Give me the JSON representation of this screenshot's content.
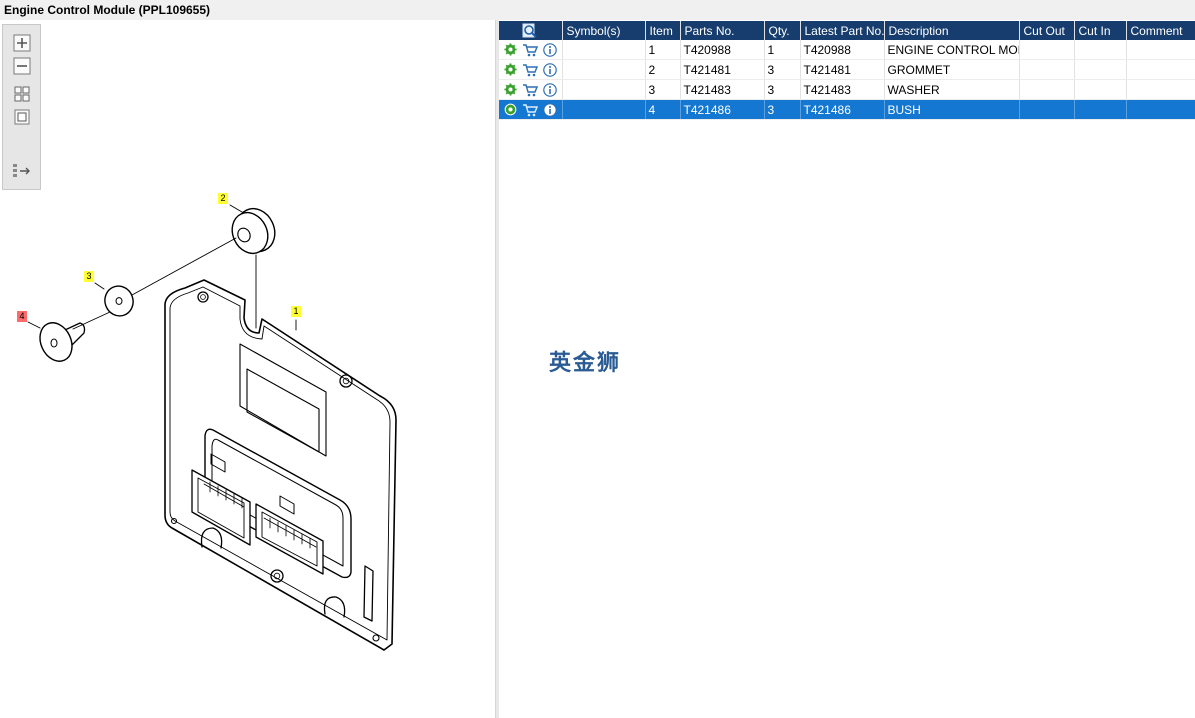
{
  "window": {
    "title": "Engine Control Module (PPL109655)"
  },
  "toolbar": {
    "buttons": [
      "zoom-in-icon",
      "zoom-out-icon",
      "fit-page-icon",
      "actual-size-icon",
      "export-icon"
    ]
  },
  "callouts": [
    {
      "label": "2",
      "color": "#ffff33"
    },
    {
      "label": "3",
      "color": "#ffff33"
    },
    {
      "label": "4",
      "color": "#ff6b6b"
    },
    {
      "label": "1",
      "color": "#ffff33"
    }
  ],
  "table": {
    "columns": [
      "",
      "Symbol(s)",
      "Item",
      "Parts No.",
      "Qty.",
      "Latest Part No.",
      "Description",
      "Cut Out",
      "Cut In",
      "Comment"
    ],
    "rows": [
      {
        "symbol": "",
        "item": "1",
        "part_no": "T420988",
        "qty": "1",
        "latest_part_no": "T420988",
        "description": "ENGINE CONTROL MODU",
        "cut_out": "",
        "cut_in": "",
        "comment": "",
        "selected": false
      },
      {
        "symbol": "",
        "item": "2",
        "part_no": "T421481",
        "qty": "3",
        "latest_part_no": "T421481",
        "description": "GROMMET",
        "cut_out": "",
        "cut_in": "",
        "comment": "",
        "selected": false
      },
      {
        "symbol": "",
        "item": "3",
        "part_no": "T421483",
        "qty": "3",
        "latest_part_no": "T421483",
        "description": "WASHER",
        "cut_out": "",
        "cut_in": "",
        "comment": "",
        "selected": false
      },
      {
        "symbol": "",
        "item": "4",
        "part_no": "T421486",
        "qty": "3",
        "latest_part_no": "T421486",
        "description": "BUSH",
        "cut_out": "",
        "cut_in": "",
        "comment": "",
        "selected": true
      }
    ]
  },
  "watermark": "英金狮",
  "colors": {
    "header_bg": "#173d6e",
    "selected_row": "#1478d2",
    "callout_yellow": "#ffff33",
    "callout_red": "#ff6b6b"
  }
}
